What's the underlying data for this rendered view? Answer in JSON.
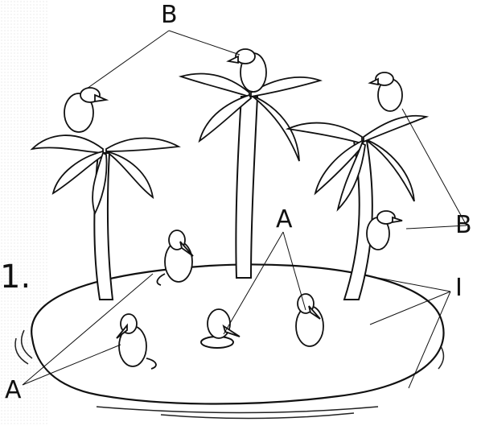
{
  "figure": {
    "number": "1.",
    "labels": {
      "b_top": "B",
      "b_right": "B",
      "a_center": "A",
      "a_bottom_left": "A",
      "i_right": "I"
    }
  }
}
